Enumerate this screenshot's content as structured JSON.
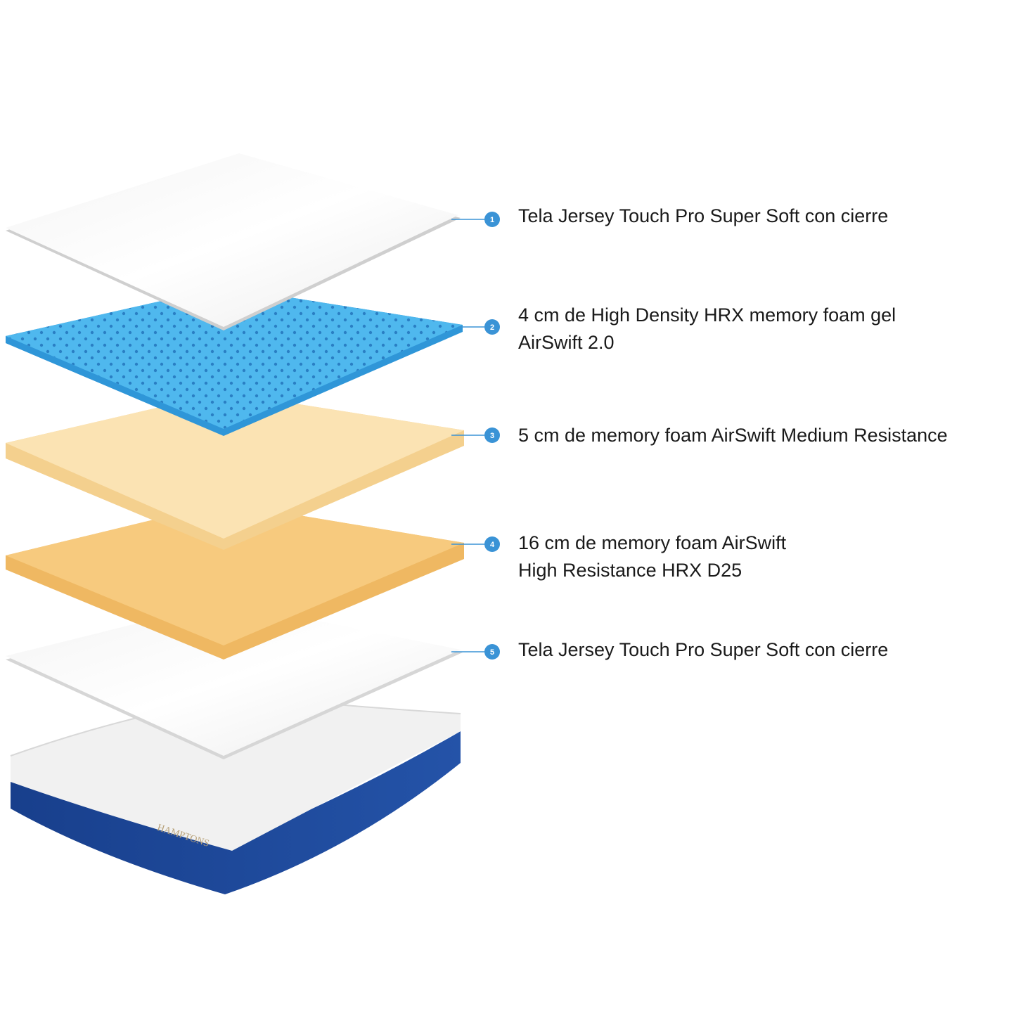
{
  "colors": {
    "badge": "#3a93d6",
    "leader_line": "#3a93d6",
    "fabric": "#ffffff",
    "gel_foam": "#4fb8ee",
    "gel_dots": "#2a7fc4",
    "medium_foam": "#fbe3b3",
    "high_foam": "#f7ca7e",
    "mattress_base": "#1f4a9a",
    "brand_text": "#b8a27a"
  },
  "brand": {
    "name": "HAMPTONS"
  },
  "layers": [
    {
      "number": "1",
      "material": "fabric",
      "lines": [
        "Tela Jersey Touch Pro Super Soft con cierre"
      ]
    },
    {
      "number": "2",
      "material": "gel-foam",
      "lines": [
        "4 cm de High Density HRX memory foam gel",
        "AirSwift 2.0"
      ]
    },
    {
      "number": "3",
      "material": "medium-foam",
      "lines": [
        "5 cm de memory foam AirSwift Medium Resistance"
      ]
    },
    {
      "number": "4",
      "material": "high-foam",
      "lines": [
        "16 cm de memory foam AirSwift",
        "High Resistance HRX D25"
      ]
    },
    {
      "number": "5",
      "material": "fabric",
      "lines": [
        "Tela Jersey Touch Pro Super Soft con cierre"
      ]
    }
  ]
}
